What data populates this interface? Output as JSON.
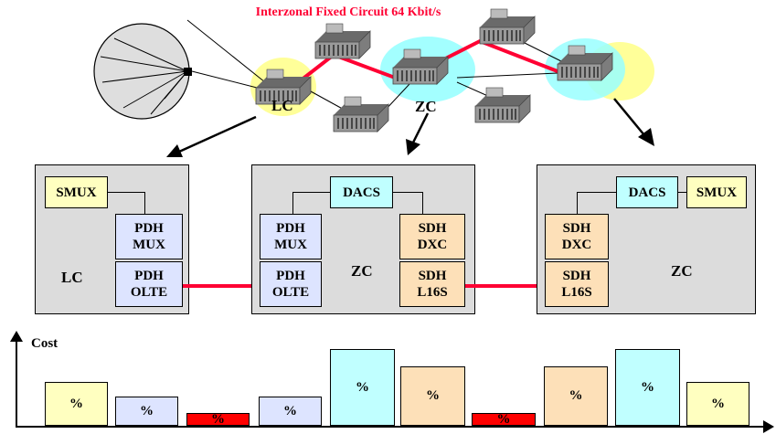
{
  "network": {
    "title": "Interzonal Fixed Circuit 64 Kbit/s",
    "node_lc": "LC",
    "node_zc": "ZC"
  },
  "panels": {
    "left": {
      "site": "LC",
      "smux": "SMUX",
      "pdh_mux": [
        "PDH",
        "MUX"
      ],
      "pdh_olte": [
        "PDH",
        "OLTE"
      ]
    },
    "middle": {
      "site": "ZC",
      "dacs": "DACS",
      "pdh_mux": [
        "PDH",
        "MUX"
      ],
      "pdh_olte": [
        "PDH",
        "OLTE"
      ],
      "sdh_dxc": [
        "SDH",
        "DXC"
      ],
      "sdh_l16s": [
        "SDH",
        "L16S"
      ]
    },
    "right": {
      "site": "ZC",
      "dacs": "DACS",
      "smux": "SMUX",
      "sdh_dxc": [
        "SDH",
        "DXC"
      ],
      "sdh_l16s": [
        "SDH",
        "L16S"
      ]
    }
  },
  "cost": {
    "axis_label": "Cost",
    "bar_label": "%"
  },
  "colors": {
    "link_red": "#ff0033",
    "smux": "#ffffc0",
    "pdh": "#dde4ff",
    "dacs": "#c0ffff",
    "sdh": "#fde0b8",
    "transmission": "#ff0000"
  }
}
